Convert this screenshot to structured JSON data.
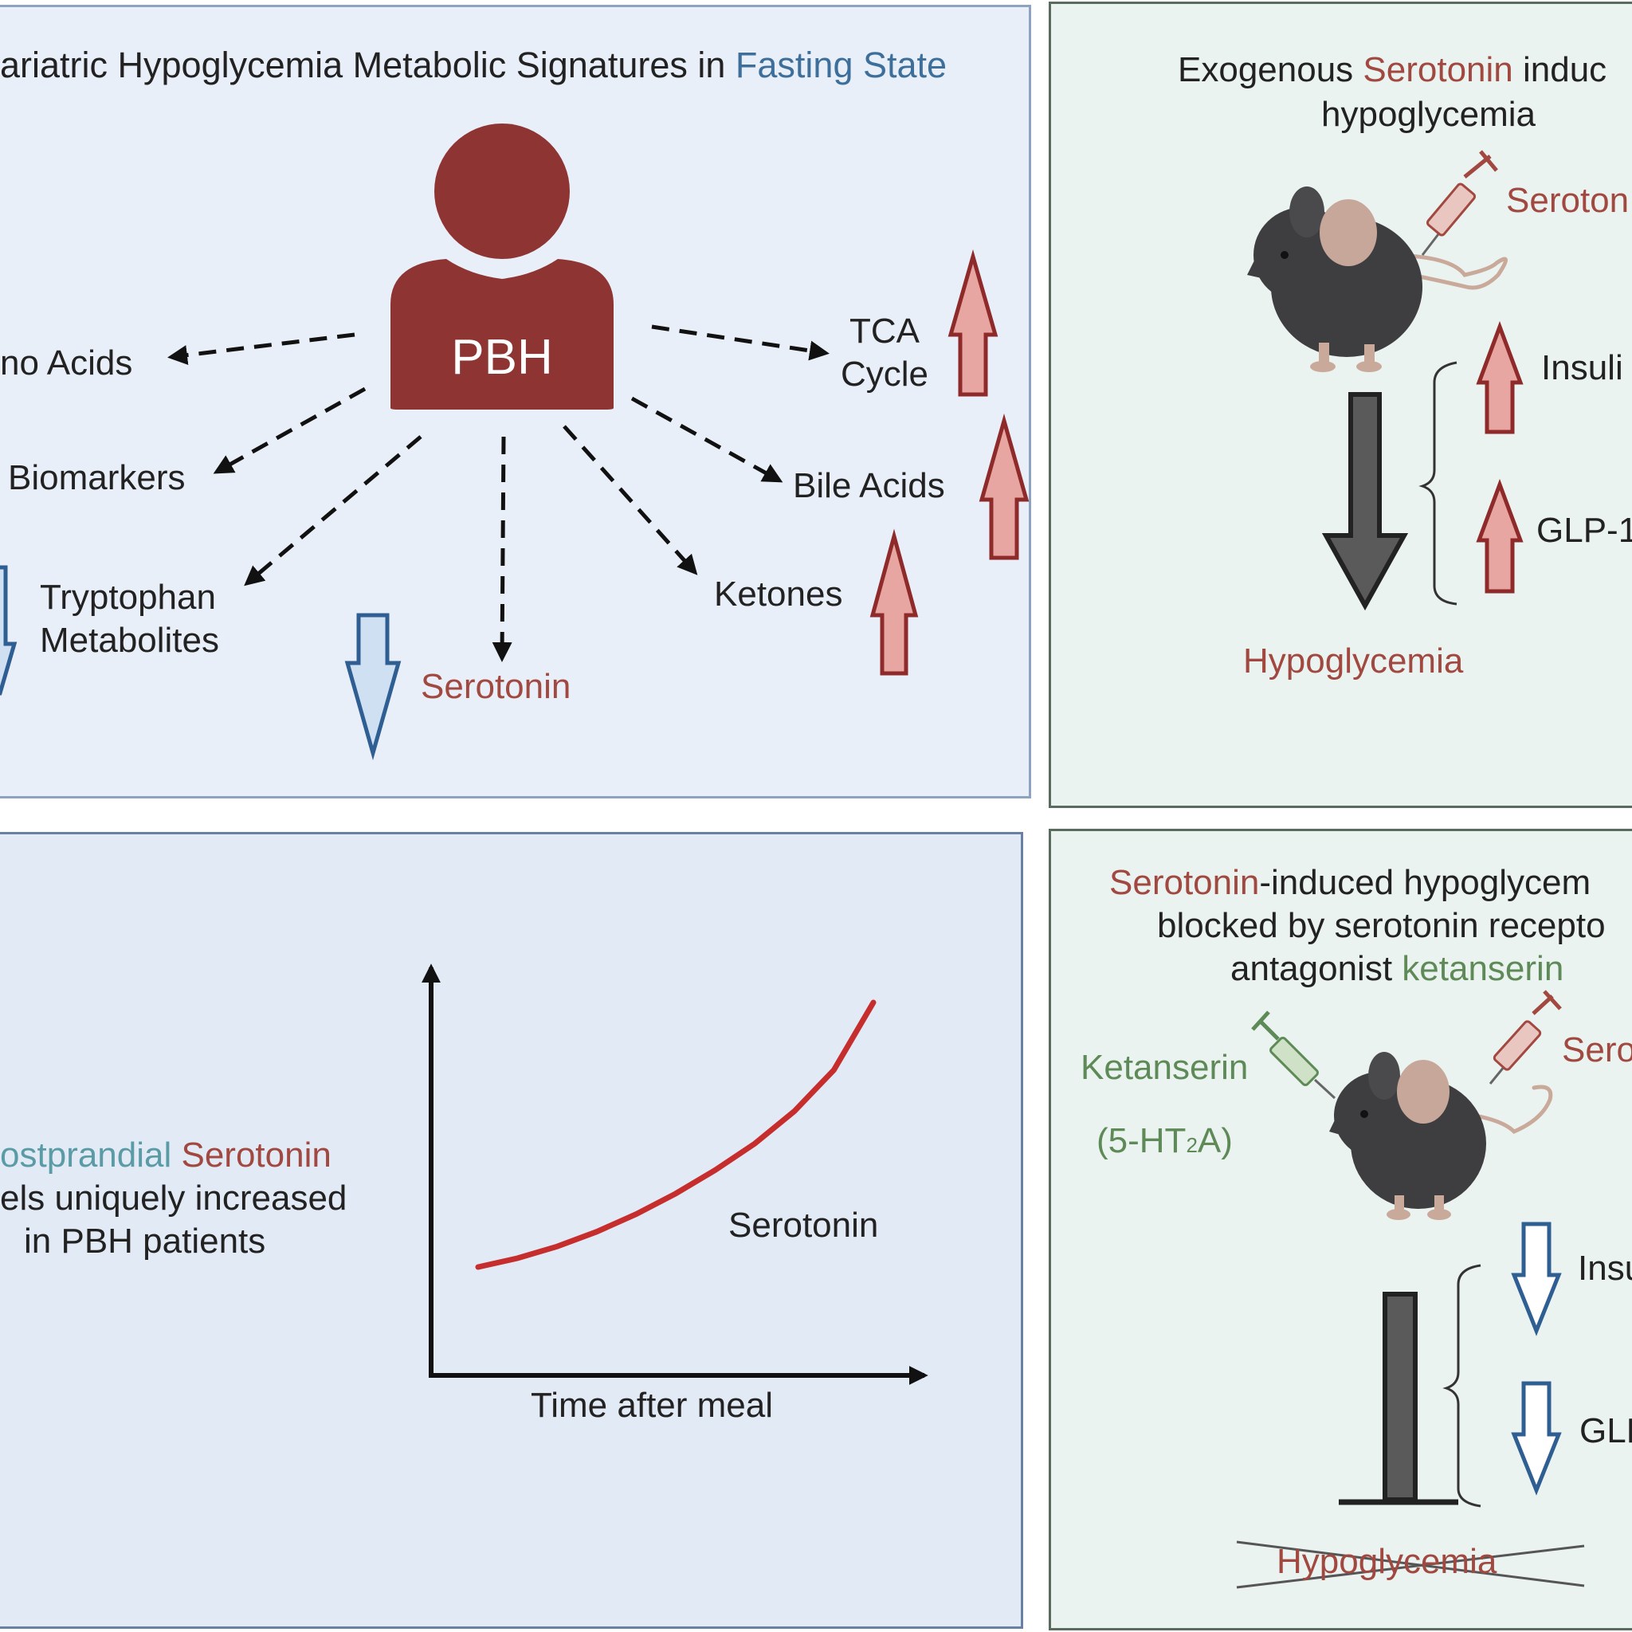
{
  "panel_fasting": {
    "title_part1": "ariatric Hypoglycemia Metabolic Signatures in ",
    "title_part2": "Fasting State",
    "patient_label": "PBH",
    "amino_acids": "no Acids",
    "biomarkers": "Biomarkers",
    "tryptophan_line1": "Tryptophan",
    "tryptophan_line2": "Metabolites",
    "serotonin": "Serotonin",
    "ketones": "Ketones",
    "bile_acids": "Bile Acids",
    "tca_line1": "TCA",
    "tca_line2": "Cycle"
  },
  "panel_exogenous": {
    "title_part1": "Exogenous ",
    "title_part2": "Serotonin",
    "title_part3": " induc",
    "title_line2": "hypoglycemia",
    "injection_label": "Seroton",
    "insulin": "Insuli",
    "glp": "GLP-1",
    "result": "Hypoglycemia"
  },
  "panel_postprandial": {
    "text_part1": "ostprandial ",
    "text_part2": "Serotonin",
    "text_line2": "els uniquely increased",
    "text_line3": "in PBH patients",
    "curve_label": "Serotonin",
    "x_axis_label": "Time after meal"
  },
  "panel_ketanserin": {
    "title_part1": "Serotonin",
    "title_part2": "-induced hypoglycem",
    "title_line2": "blocked by serotonin recepto",
    "title_line3_part1": "antagonist ",
    "title_line3_part2": "ketanserin",
    "ketanserin_label": "Ketanserin",
    "receptor_open": "(5-HT",
    "receptor_sub": "2",
    "receptor_close": "A)",
    "serotonin_label": "Sero",
    "insulin": "Insu",
    "glp": "GLP",
    "result": "Hypoglycemia"
  },
  "colors": {
    "pbh_red": "#8e3533",
    "up_arrow_fill": "#e8a6a2",
    "up_arrow_stroke": "#8e2a2a",
    "down_arrow_fill": "#cfe0f3",
    "down_arrow_stroke": "#2f5e93",
    "dark_arrow": "#555555",
    "curve": "#c62e2e"
  },
  "chart_data": {
    "type": "line",
    "title": "",
    "xlabel": "Time after meal",
    "ylabel": "",
    "series": [
      {
        "name": "Serotonin",
        "x": [
          0,
          1,
          2,
          3,
          4,
          5,
          6,
          7,
          8,
          9,
          10
        ],
        "y": [
          0.0,
          0.6,
          1.4,
          2.4,
          3.6,
          5.0,
          6.6,
          8.4,
          10.6,
          13.4,
          18.0
        ]
      }
    ],
    "xlim": [
      0,
      10
    ],
    "ylim": [
      0,
      18
    ],
    "grid": false
  }
}
